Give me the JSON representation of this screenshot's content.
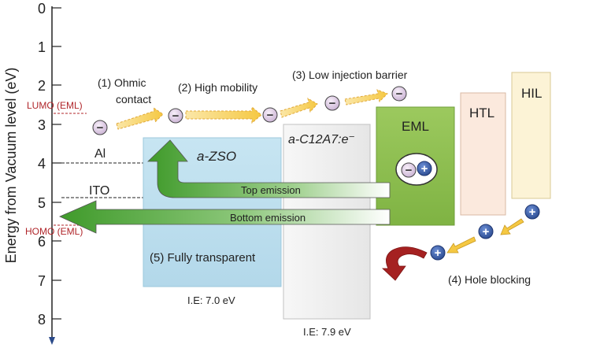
{
  "axis": {
    "label": "Energy from Vacuum level (eV)",
    "ticks": [
      "0",
      "1",
      "2",
      "3",
      "4",
      "5",
      "6",
      "7",
      "8"
    ]
  },
  "levels": {
    "lumo": "LUMO (EML)",
    "homo": "HOMO (EML)",
    "al": "Al",
    "ito": "ITO"
  },
  "annotations": {
    "ohmic_1": "(1) Ohmic",
    "ohmic_2": "contact",
    "mobility": "(2) High mobility",
    "injection": "(3) Low injection barrier",
    "hole_blocking": "(4) Hole blocking",
    "transparent": "(5) Fully transparent"
  },
  "layers": {
    "zso": "a-ZSO",
    "c12a7": "a-C12A7:e⁻",
    "eml": "EML",
    "htl": "HTL",
    "hil": "HIL",
    "ie_zso": "I.E: 7.0 eV",
    "ie_c12a7": "I.E: 7.9 eV"
  },
  "emissions": {
    "top": "Top emission",
    "bottom": "Bottom emission"
  },
  "signs": {
    "electron": "−",
    "hole": "+"
  },
  "colors": {
    "zso": "#bfe0ef",
    "c12a7": "#f1f1f1",
    "eml": "#8dc050",
    "htl": "#fbeadf",
    "hil": "#fcf4d9",
    "electron": "#e0cfe6",
    "hole": "#3c5ea8",
    "red_label": "#b0252a",
    "arrow_red": "#a52121"
  }
}
